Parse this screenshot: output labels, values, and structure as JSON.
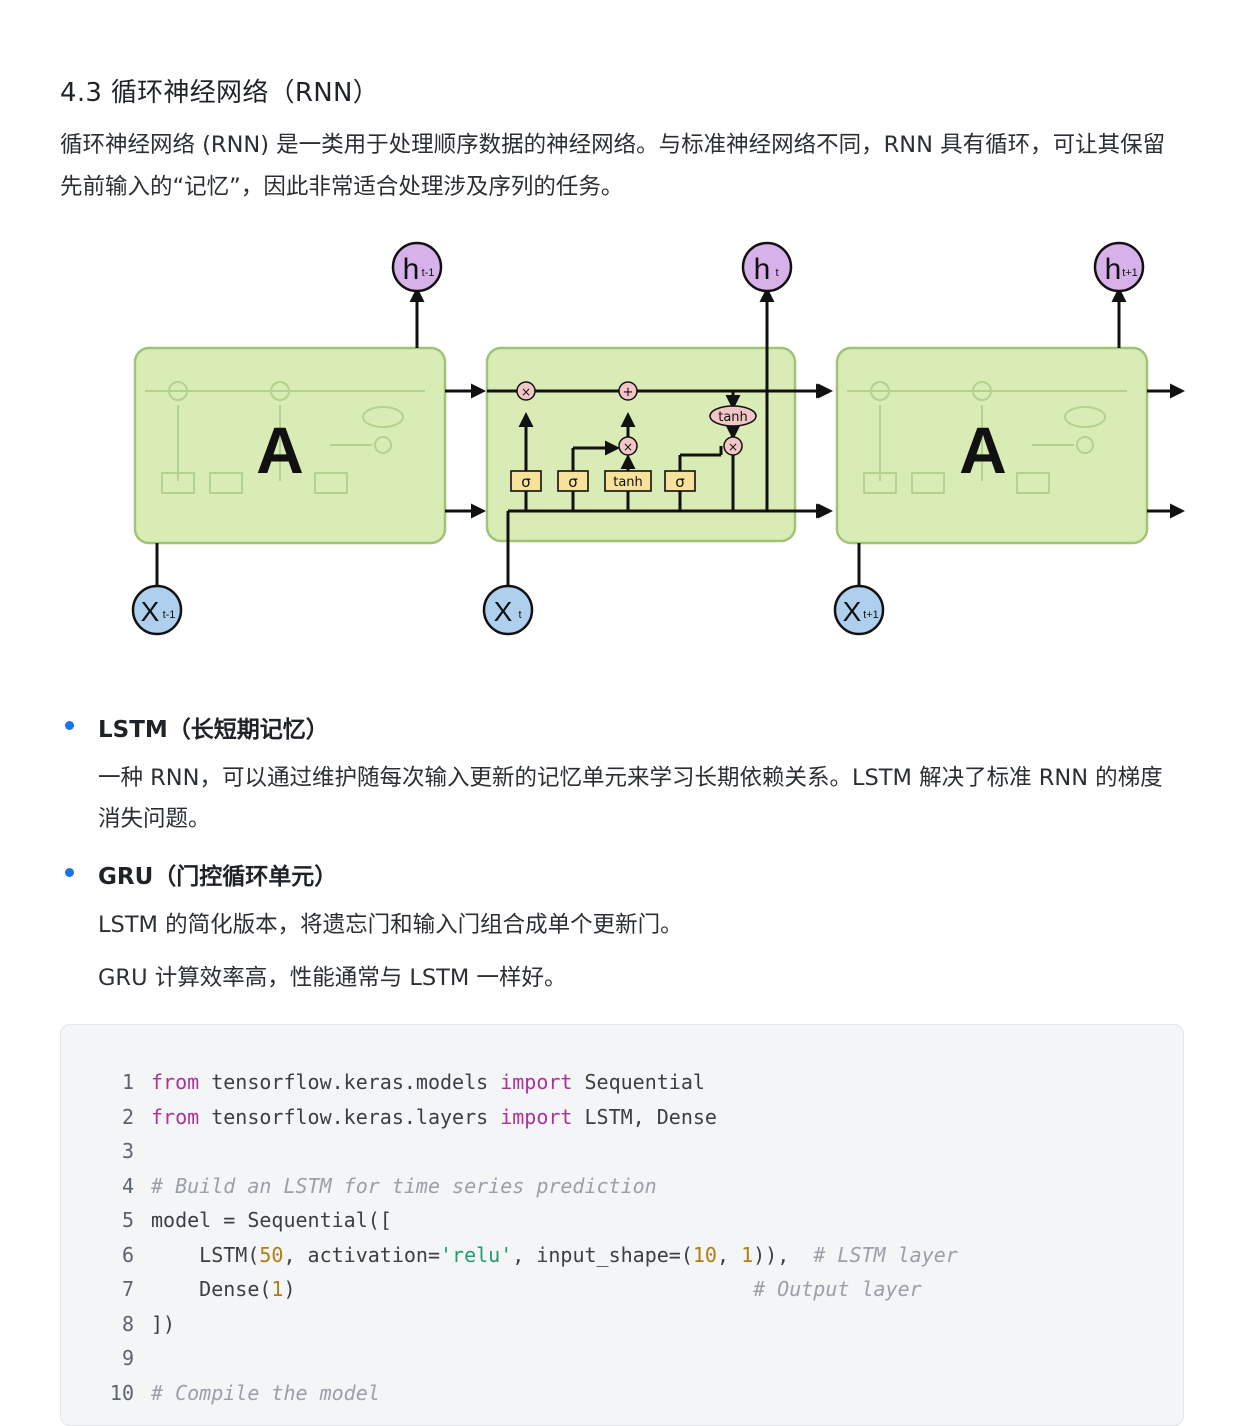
{
  "section": {
    "title": "4.3 循环神经网络（RNN）",
    "intro": "循环神经网络 (RNN) 是一类用于处理顺序数据的神经网络。与标准神经网络不同，RNN 具有循环，可让其保留先前输入的“记忆”，因此非常适合处理涉及序列的任务。"
  },
  "diagram": {
    "cell_left_label": "A",
    "cell_right_label": "A",
    "h_prev": "h",
    "h_prev_sub": "t-1",
    "h_cur": "h",
    "h_cur_sub": "t",
    "h_next": "h",
    "h_next_sub": "t+1",
    "x_prev": "X",
    "x_prev_sub": "t-1",
    "x_cur": "X",
    "x_cur_sub": "t",
    "x_next": "X",
    "x_next_sub": "t+1",
    "gate_sigma": "σ",
    "gate_tanh": "tanh",
    "op_mul": "×",
    "op_add": "+",
    "colors": {
      "cell_fill": "#d9ecb5",
      "cell_stroke": "#9fc377",
      "h_node": "#d6b1ea",
      "x_node": "#aed0ee",
      "gate_fill": "#f7e29c"
    }
  },
  "bullets": [
    {
      "title": "LSTM（长短期记忆）",
      "paragraphs": [
        "一种 RNN，可以通过维护随每次输入更新的记忆单元来学习长期依赖关系。LSTM 解决了标准 RNN 的梯度消失问题。"
      ]
    },
    {
      "title": "GRU（门控循环单元）",
      "paragraphs": [
        "LSTM 的简化版本，将遗忘门和输入门组合成单个更新门。",
        "GRU 计算效率高，性能通常与 LSTM 一样好。"
      ]
    }
  ],
  "code": {
    "lines": [
      {
        "n": "1",
        "segs": [
          {
            "t": "from",
            "c": "kw"
          },
          {
            "t": " tensorflow.keras.models ",
            "c": "tx"
          },
          {
            "t": "import",
            "c": "kw"
          },
          {
            "t": " Sequential",
            "c": "tx"
          }
        ]
      },
      {
        "n": "2",
        "segs": [
          {
            "t": "from",
            "c": "kw"
          },
          {
            "t": " tensorflow.keras.layers ",
            "c": "tx"
          },
          {
            "t": "import",
            "c": "kw"
          },
          {
            "t": " LSTM, Dense",
            "c": "tx"
          }
        ]
      },
      {
        "n": "3",
        "segs": []
      },
      {
        "n": "4",
        "segs": [
          {
            "t": "# Build an LSTM for time series prediction",
            "c": "cmt"
          }
        ]
      },
      {
        "n": "5",
        "segs": [
          {
            "t": "model = Sequential([",
            "c": "tx"
          }
        ]
      },
      {
        "n": "6",
        "segs": [
          {
            "t": "    LSTM(",
            "c": "tx"
          },
          {
            "t": "50",
            "c": "num"
          },
          {
            "t": ", activation=",
            "c": "tx"
          },
          {
            "t": "'relu'",
            "c": "str"
          },
          {
            "t": ", input_shape=(",
            "c": "tx"
          },
          {
            "t": "10",
            "c": "num"
          },
          {
            "t": ", ",
            "c": "tx"
          },
          {
            "t": "1",
            "c": "num"
          },
          {
            "t": ")),  ",
            "c": "tx"
          },
          {
            "t": "# LSTM layer",
            "c": "cmt"
          }
        ]
      },
      {
        "n": "7",
        "segs": [
          {
            "t": "    Dense(",
            "c": "tx"
          },
          {
            "t": "1",
            "c": "num"
          },
          {
            "t": ")                                      ",
            "c": "tx"
          },
          {
            "t": "# Output layer",
            "c": "cmt"
          }
        ]
      },
      {
        "n": "8",
        "segs": [
          {
            "t": "])",
            "c": "tx"
          }
        ]
      },
      {
        "n": "9",
        "segs": []
      },
      {
        "n": "10",
        "segs": [
          {
            "t": "# Compile the model",
            "c": "cmt"
          }
        ]
      }
    ]
  }
}
